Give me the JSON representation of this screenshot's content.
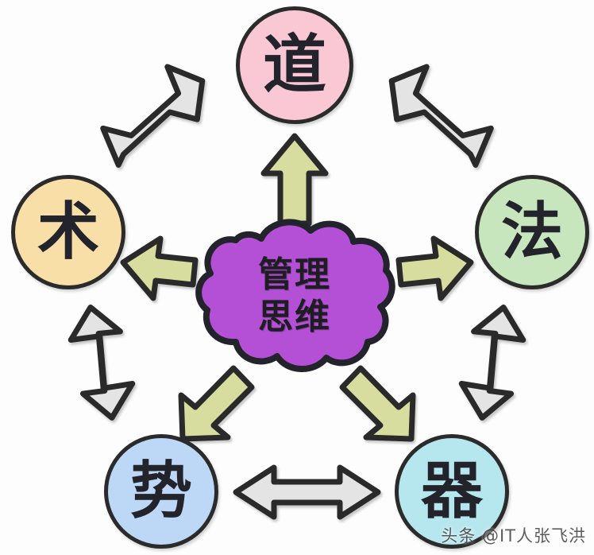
{
  "diagram": {
    "title": "管理思维",
    "center": {
      "name": "center-cloud",
      "lines": [
        "管理",
        "思维"
      ],
      "fill": "#b450d6",
      "stroke": "#23232b"
    },
    "nodes": [
      {
        "id": "dao",
        "label": "道",
        "fill": "#f9c8d4",
        "stroke": "#2b2b2b",
        "position": "top"
      },
      {
        "id": "fa",
        "label": "法",
        "fill": "#c8e6bd",
        "stroke": "#2b2b2b",
        "position": "right"
      },
      {
        "id": "qi",
        "label": "器",
        "fill": "#b6e6ee",
        "stroke": "#2b2b2b",
        "position": "bottom-right"
      },
      {
        "id": "shi",
        "label": "势",
        "fill": "#bdd8f7",
        "stroke": "#2b2b2b",
        "position": "bottom-left"
      },
      {
        "id": "shu",
        "label": "术",
        "fill": "#f8dfa8",
        "stroke": "#2b2b2b",
        "position": "left"
      }
    ],
    "center_arrows": [
      {
        "id": "to-dao",
        "from": "center",
        "to": "dao",
        "direction": "up",
        "fill": "#d5dc9c"
      },
      {
        "id": "to-fa",
        "from": "center",
        "to": "fa",
        "direction": "right",
        "fill": "#d5dc9c"
      },
      {
        "id": "to-qi",
        "from": "center",
        "to": "qi",
        "direction": "down-right",
        "fill": "#d5dc9c"
      },
      {
        "id": "to-shi",
        "from": "center",
        "to": "shi",
        "direction": "down-left",
        "fill": "#d5dc9c"
      },
      {
        "id": "to-shu",
        "from": "center",
        "to": "shu",
        "direction": "left",
        "fill": "#d5dc9c"
      }
    ],
    "peripheral_arrows": [
      {
        "id": "shu-dao",
        "between": [
          "术",
          "道"
        ],
        "style": "double-headed",
        "fill": "#e0e0e0"
      },
      {
        "id": "dao-fa",
        "between": [
          "道",
          "法"
        ],
        "style": "double-headed",
        "fill": "#e0e0e0"
      },
      {
        "id": "fa-qi",
        "between": [
          "法",
          "器"
        ],
        "style": "double-headed",
        "fill": "#e0e0e0"
      },
      {
        "id": "qi-shi",
        "between": [
          "器",
          "势"
        ],
        "style": "double-headed",
        "fill": "#e0e0e0"
      },
      {
        "id": "shi-shu",
        "between": [
          "势",
          "术"
        ],
        "style": "double-headed",
        "fill": "#e0e0e0"
      }
    ],
    "watermark": "头条 @IT人张飞洪",
    "colors": {
      "background": "#fdfdfd",
      "outline": "#2b2b2b",
      "gray_arrow": "#e0e0e0",
      "green_arrow": "#d5dc9c",
      "cloud_purple": "#b450d6"
    }
  }
}
